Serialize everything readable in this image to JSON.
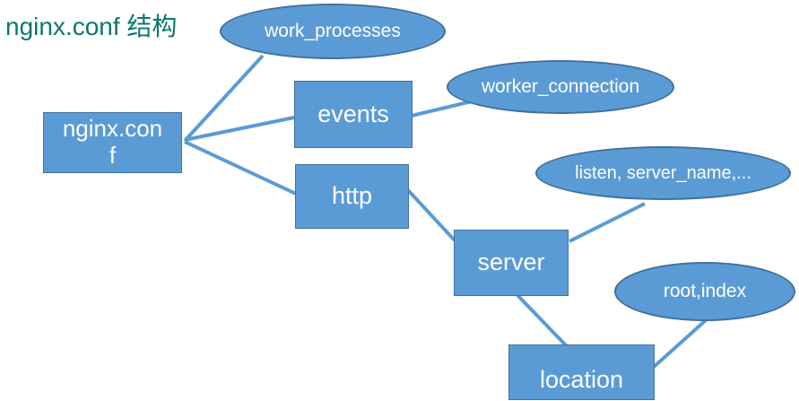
{
  "title": "nginx.conf 结构",
  "colors": {
    "node_fill": "#5B9BD5",
    "node_border": "#41719C",
    "connector": "#5B9BD5",
    "title_text": "#087A68",
    "node_text": "#FFFFFF",
    "background": "#FFFFFF"
  },
  "nodes": {
    "nginx_conf": {
      "label": "nginx.con\nf",
      "shape": "rect"
    },
    "work_processes": {
      "label": "work_processes",
      "shape": "ellipse"
    },
    "events": {
      "label": "events",
      "shape": "rect"
    },
    "worker_connection": {
      "label": "worker_connection",
      "shape": "ellipse"
    },
    "http": {
      "label": "http",
      "shape": "rect"
    },
    "listen_server_name": {
      "label": "listen, server_name,...",
      "shape": "ellipse"
    },
    "server": {
      "label": "server",
      "shape": "rect"
    },
    "root_index": {
      "label": "root,index",
      "shape": "ellipse"
    },
    "location": {
      "label": "location",
      "shape": "rect"
    }
  },
  "edges": [
    {
      "from": "nginx_conf",
      "to": "work_processes"
    },
    {
      "from": "nginx_conf",
      "to": "events"
    },
    {
      "from": "nginx_conf",
      "to": "http"
    },
    {
      "from": "events",
      "to": "worker_connection"
    },
    {
      "from": "http",
      "to": "server"
    },
    {
      "from": "server",
      "to": "listen_server_name"
    },
    {
      "from": "server",
      "to": "location"
    },
    {
      "from": "location",
      "to": "root_index"
    }
  ]
}
